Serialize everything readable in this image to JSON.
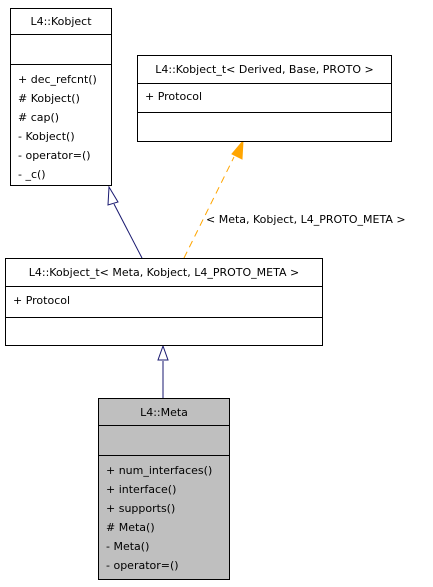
{
  "classes": {
    "kobject": {
      "name": "L4::Kobject",
      "attributes": [],
      "operations": [
        "+ dec_refcnt()",
        "# Kobject()",
        "# cap()",
        "- Kobject()",
        "- operator=()",
        "- _c()"
      ]
    },
    "kobject_t_template": {
      "name": "L4::Kobject_t< Derived, Base, PROTO >",
      "attributes": [
        "+ Protocol"
      ],
      "operations": []
    },
    "kobject_t_meta": {
      "name": "L4::Kobject_t< Meta, Kobject, L4_PROTO_META >",
      "attributes": [
        "+ Protocol"
      ],
      "operations": []
    },
    "meta": {
      "name": "L4::Meta",
      "attributes": [],
      "operations": [
        "+ num_interfaces()",
        "+ interface()",
        "+ supports()",
        "# Meta()",
        "- Meta()",
        "- operator=()"
      ]
    }
  },
  "edges": {
    "template_binding_label": "< Meta, Kobject, L4_PROTO_META >"
  },
  "colors": {
    "inheritance": "#191970",
    "template_binding": "#ffa500",
    "highlight_fill": "#bfbfbf"
  }
}
